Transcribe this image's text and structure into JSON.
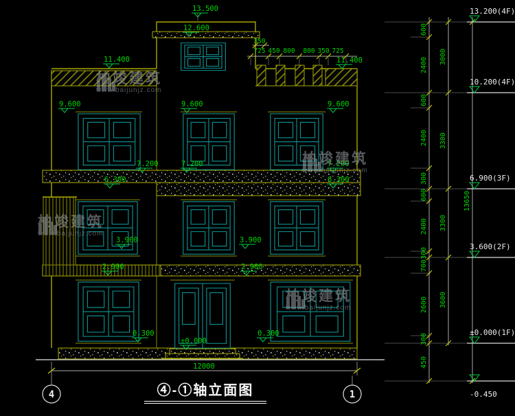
{
  "watermark": {
    "brand": "柏竣建筑",
    "url": "www.baijunjz.com"
  },
  "title": {
    "text": "④-①轴立面图",
    "axis_left": "4",
    "axis_right": "1"
  },
  "levels": {
    "v13500": "13.500",
    "v12600": "12.600",
    "v11400": "11.400",
    "v9600": "9.600",
    "v7200": "7.200",
    "v6300": "6.300",
    "v3900": "3.900",
    "v2900": "2.900",
    "v0300": "0.300",
    "v0000": "±0.000",
    "vtotal": "12000"
  },
  "top_dims": {
    "d350": "350",
    "row": [
      "725",
      "450",
      "800",
      "800",
      "350",
      "725"
    ]
  },
  "right_dims": {
    "levels": [
      "13.200(4F)",
      "10.200(4F)",
      "6.900(3F)",
      "3.600(2F)",
      "±0.000(1F)",
      "-0.450"
    ],
    "inner": [
      "600",
      "2400",
      "600",
      "2400",
      "300",
      "600",
      "2400",
      "300",
      "700",
      "2600",
      "300",
      "450"
    ],
    "mid": [
      "3000",
      "3300",
      "3300",
      "3600"
    ],
    "outer": "13650"
  }
}
